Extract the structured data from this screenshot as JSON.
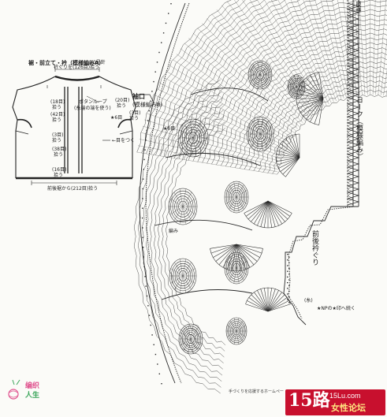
{
  "schematic": {
    "title": "裾・前立て・衿（模様編みA）",
    "needle": "4/0号針",
    "top_note": "衿ぐりを(126目)拾う",
    "labels": {
      "l18_top": "(18目)",
      "l18_top2": "拾う",
      "l20_top": "(20目)",
      "l20_top2": "拾う",
      "l42": "(42目)",
      "l42b": "拾う",
      "button": "ボタンループ",
      "button2": "(糸端の端を使う)",
      "l3": "(3目)",
      "l3b": "拾う",
      "l38": "(38目)",
      "l38b": "拾う",
      "pick": "←目をつく",
      "l16": "(16目)",
      "l16b": "拾う",
      "bottom": "前後裾から(212目)拾う"
    },
    "sleeve": {
      "line1": "袖口",
      "line2": "(模様編みB)",
      "line3": "(3目)",
      "line4": "拾う"
    }
  },
  "diagram": {
    "yoke_label": "ヨーク（模様編み）",
    "yoke_top": "模様",
    "front_neck": "前後衿ぐり",
    "shoulder_mark": "★6目",
    "np": "★NPの★印へ続く",
    "mark_a": "(糸)",
    "mark_b": "★6目",
    "small_note": "編み"
  },
  "footer": "手づくりを応援するホームペー",
  "logo_left": {
    "line1": "编织",
    "line2": "人生"
  },
  "logo_right": {
    "big": "15路",
    "site": "15Lu.com",
    "forum": "女性论坛"
  },
  "colors": {
    "ink": "#2a2a2a",
    "paper": "#fbfbf8",
    "brand_red": "#c8102e",
    "brand_yellow": "#ffe680",
    "logo_pink": "#e0538f",
    "logo_green": "#3aa55a"
  }
}
